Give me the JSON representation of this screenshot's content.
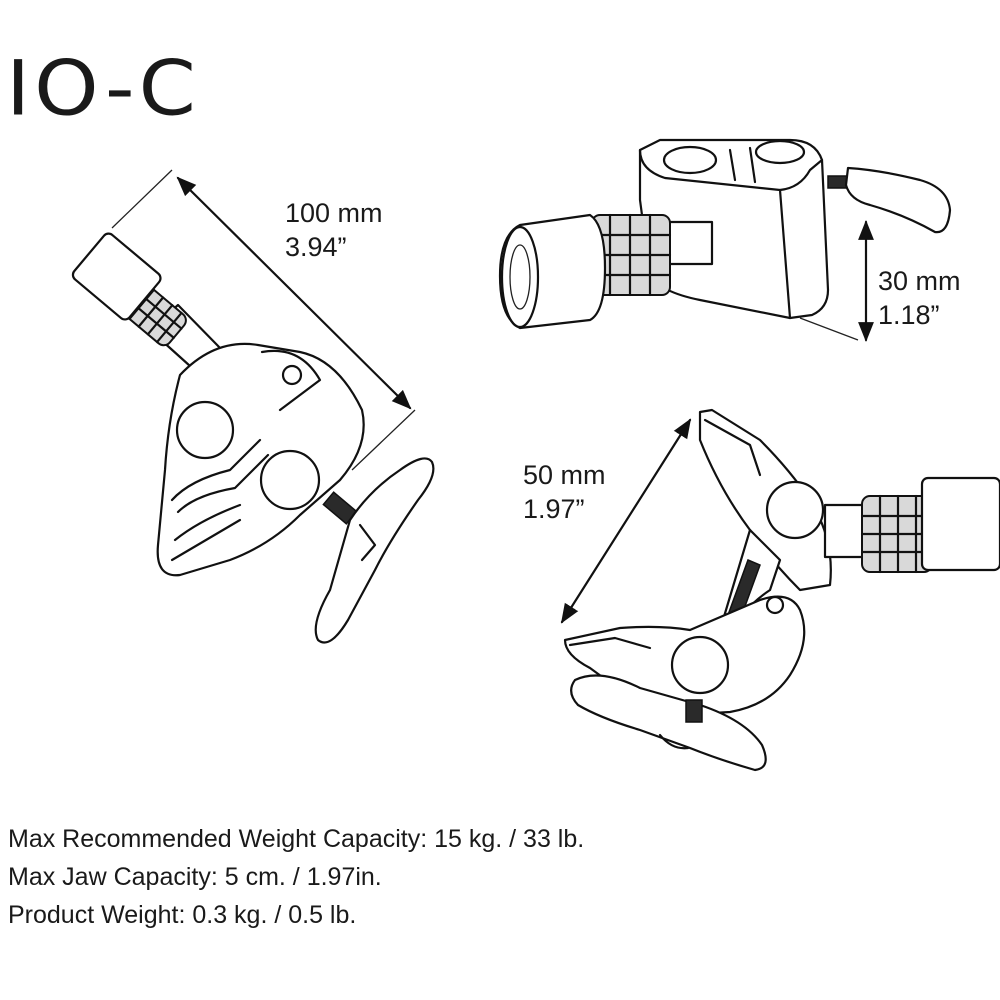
{
  "title": "IO-C",
  "dimensions": {
    "length": {
      "metric": "100 mm",
      "imperial": "3.94”"
    },
    "height": {
      "metric": "30 mm",
      "imperial": "1.18”"
    },
    "jaw": {
      "metric": "50 mm",
      "imperial": "1.97”"
    }
  },
  "specs": [
    "Max Recommended Weight Capacity: 15 kg. / 33 lb.",
    "Max Jaw Capacity: 5 cm. / 1.97in.",
    "Product Weight: 0.3 kg. / 0.5 lb."
  ]
}
